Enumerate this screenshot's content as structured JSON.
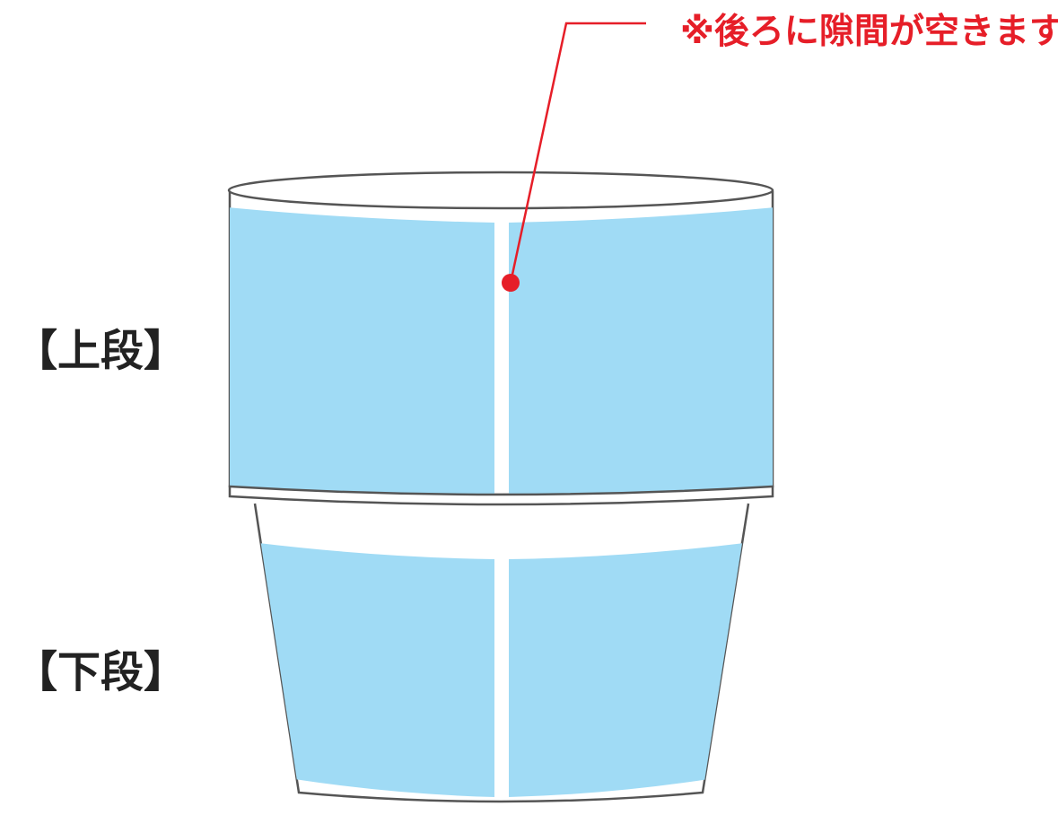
{
  "colors": {
    "sleeve_fill": "#a0dbf5",
    "outline": "#555555",
    "callout": "#e61e28",
    "label_text": "#222222"
  },
  "callout": {
    "text": "※後ろに隙間が空きます。",
    "color": "#e61e28"
  },
  "tiers": [
    {
      "id": "upper",
      "label": "【上段】"
    },
    {
      "id": "lower",
      "label": "【下段】"
    }
  ]
}
